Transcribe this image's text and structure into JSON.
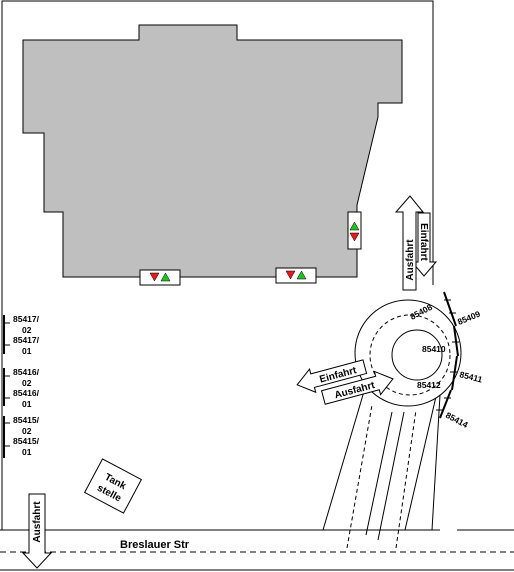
{
  "street": {
    "name": "Breslauer Str"
  },
  "fuel_station": {
    "line1": "Tank",
    "line2": "stelle"
  },
  "arrows": {
    "exit_bottom": "Ausfahrt",
    "entry_right_top": "Einfahrt",
    "exit_right_top": "Ausfahrt",
    "entry_left": "Einfahrt",
    "exit_left": "Ausfahrt"
  },
  "left_spots": [
    {
      "l1": "85417/",
      "l2": "02"
    },
    {
      "l1": "85417/",
      "l2": "01"
    },
    {
      "l1": "85416/",
      "l2": "02"
    },
    {
      "l1": "85416/",
      "l2": "01"
    },
    {
      "l1": "85415/",
      "l2": "02"
    },
    {
      "l1": "85415/",
      "l2": "01"
    }
  ],
  "roundabout_spots": [
    "85408",
    "85409",
    "85410",
    "85411",
    "85412",
    "85414"
  ],
  "status_colors": {
    "down": "#e31b1b",
    "up": "#22c022"
  },
  "building_color": "#bfbfbf"
}
